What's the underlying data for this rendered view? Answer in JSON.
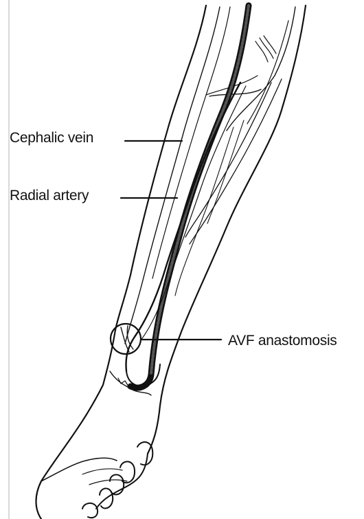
{
  "labels": {
    "cephalic_vein": "Cephalic vein",
    "radial_artery": "Radial artery",
    "avf_anastomosis": "AVF anastomosis"
  },
  "colors": {
    "ink": "#111111",
    "background": "#ffffff",
    "artery_fill": "#555555"
  }
}
